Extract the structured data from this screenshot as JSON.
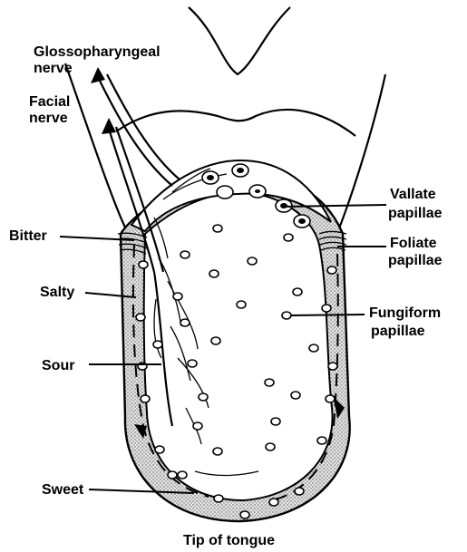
{
  "labels": {
    "glosso_line1": "Glossopharyngeal",
    "glosso_line2": "nerve",
    "facial_line1": "Facial",
    "facial_line2": "nerve",
    "bitter": "Bitter",
    "salty": "Salty",
    "sour": "Sour",
    "sweet": "Sweet",
    "vallate_line1": "Vallate",
    "vallate_line2": "papillae",
    "foliate_line1": "Foliate",
    "foliate_line2": "papillae",
    "fungiform_line1": "Fungiform",
    "fungiform_line2": "papillae",
    "tip": "Tip of tongue"
  }
}
